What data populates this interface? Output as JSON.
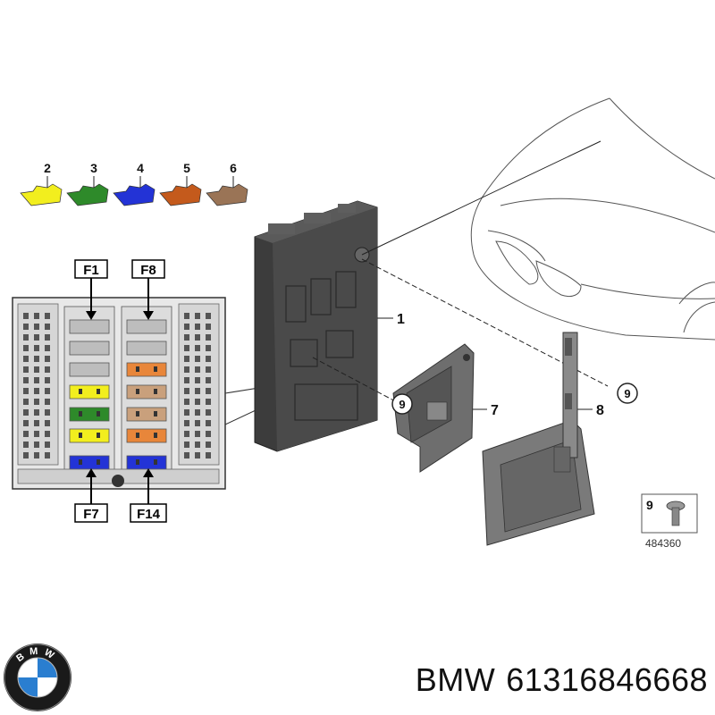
{
  "diagram": {
    "fuse_callouts": [
      {
        "num": "2",
        "color": "#f2ee1e"
      },
      {
        "num": "3",
        "color": "#2e8a2a"
      },
      {
        "num": "4",
        "color": "#2333d6"
      },
      {
        "num": "5",
        "color": "#c45a1c"
      },
      {
        "num": "6",
        "color": "#9a7456"
      }
    ],
    "inset_labels": {
      "top_left": "F1",
      "top_right": "F8",
      "bottom_left": "F7",
      "bottom_right": "F14"
    },
    "part_callouts": {
      "module": "1",
      "bracket_small": "7",
      "bracket_large": "8",
      "screw_a": "9",
      "screw_b": "9"
    },
    "screw_legend": {
      "num": "9",
      "code": "484360"
    }
  },
  "footer": {
    "logo_letters": "BMW",
    "brand": "BMW",
    "part_number": "61316846668"
  },
  "colors": {
    "yellow": "#f2ee1e",
    "green": "#2e8a2a",
    "blue": "#2333d6",
    "orange": "#e8863a",
    "tan": "#c9a07c",
    "housing": "#4a4a4a"
  }
}
